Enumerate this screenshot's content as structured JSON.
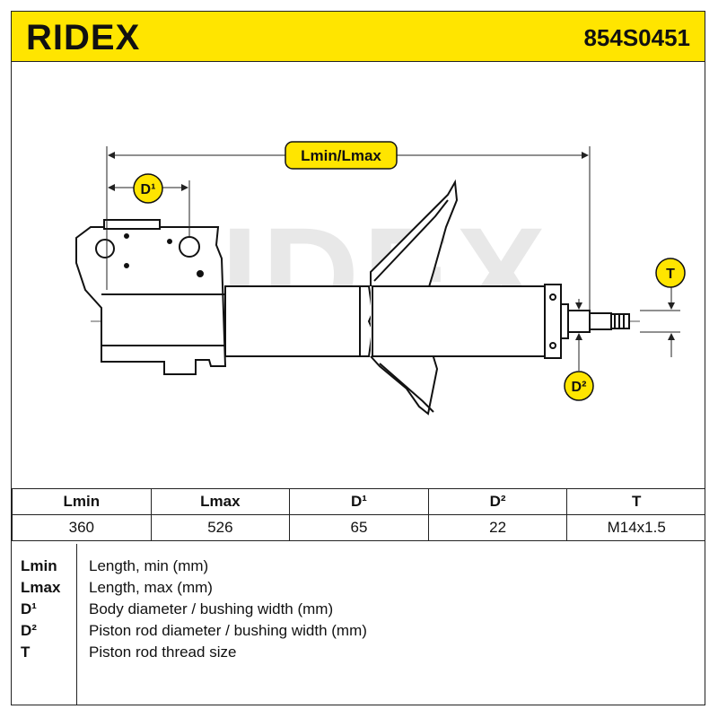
{
  "header": {
    "brand": "RIDEX",
    "part_number": "854S0451",
    "background_color": "#FFE500"
  },
  "drawing": {
    "dimension_labels": {
      "overall_length": "Lmin/Lmax",
      "body_diameter": "D¹",
      "rod_diameter": "D²",
      "thread": "T"
    },
    "label_badge_color": "#FFE500",
    "watermark": "RIDEX"
  },
  "spec_table": {
    "headers": [
      "Lmin",
      "Lmax",
      "D¹",
      "D²",
      "T"
    ],
    "values": [
      "360",
      "526",
      "65",
      "22",
      "M14x1.5"
    ]
  },
  "legend": [
    {
      "key": "Lmin",
      "description": "Length, min (mm)"
    },
    {
      "key": "Lmax",
      "description": "Length, max (mm)"
    },
    {
      "key": "D¹",
      "description": "Body diameter / bushing width (mm)"
    },
    {
      "key": "D²",
      "description": "Piston rod diameter / bushing width (mm)"
    },
    {
      "key": "T",
      "description": "Piston rod thread size"
    }
  ]
}
